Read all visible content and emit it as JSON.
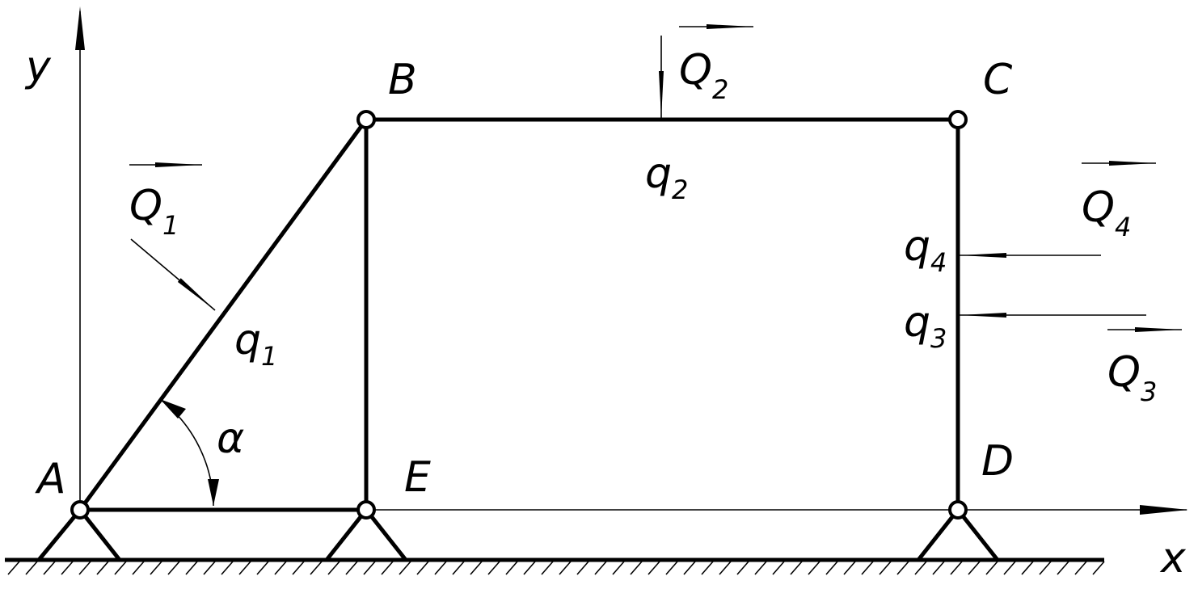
{
  "labels": {
    "axis_y": "y",
    "axis_x": "x",
    "point_a": "A",
    "point_b": "B",
    "point_c": "C",
    "point_d": "D",
    "point_e": "E",
    "angle": "α",
    "force_q1": {
      "main": "Q",
      "sub": "1"
    },
    "force_q2": {
      "main": "Q",
      "sub": "2"
    },
    "force_q3": {
      "main": "Q",
      "sub": "3"
    },
    "force_q4": {
      "main": "Q",
      "sub": "4"
    },
    "load_q1": {
      "main": "q",
      "sub": "1"
    },
    "load_q2": {
      "main": "q",
      "sub": "2"
    },
    "load_q3": {
      "main": "q",
      "sub": "3"
    },
    "load_q4": {
      "main": "q",
      "sub": "4"
    }
  }
}
